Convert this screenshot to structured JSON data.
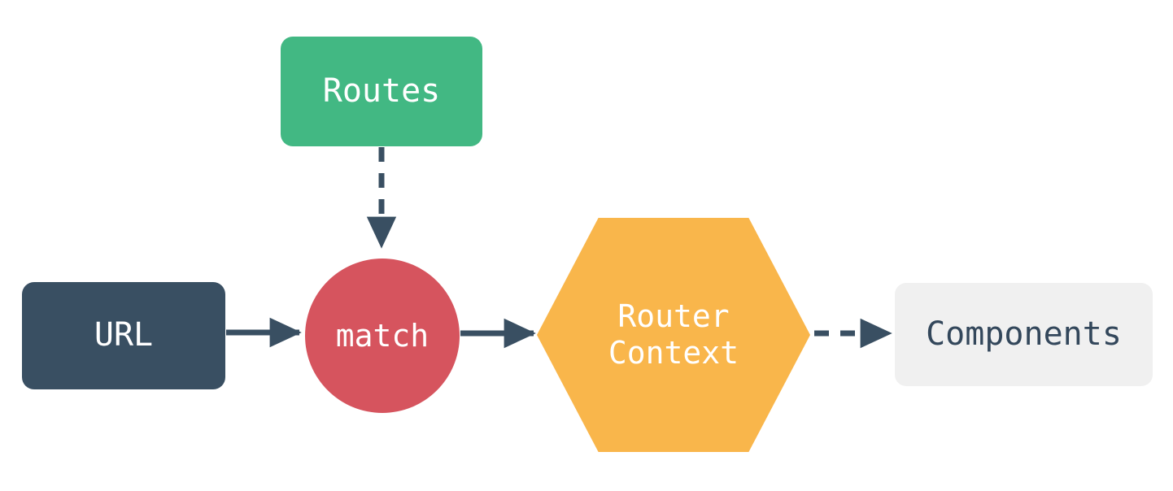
{
  "diagram": {
    "title": "Router flow diagram",
    "background_color": "#ffffff",
    "edge_color": "#394f62",
    "nodes": [
      {
        "id": "url",
        "label": "URL",
        "shape": "rounded-rect",
        "fill": "#394f62",
        "text_color": "#ffffff"
      },
      {
        "id": "routes",
        "label": "Routes",
        "shape": "rounded-rect",
        "fill": "#42b883",
        "text_color": "#ffffff"
      },
      {
        "id": "match",
        "label": "match",
        "shape": "circle",
        "fill": "#d6545e",
        "text_color": "#ffffff"
      },
      {
        "id": "router_context",
        "label": "Router\nContext",
        "shape": "hexagon",
        "fill": "#f9b64b",
        "text_color": "#ffffff"
      },
      {
        "id": "components",
        "label": "Components",
        "shape": "rounded-rect",
        "fill": "#f0f0f0",
        "text_color": "#33475b"
      }
    ],
    "edges": [
      {
        "id": "url-to-match",
        "from": "url",
        "to": "match",
        "style": "solid",
        "direction": "right",
        "label": ""
      },
      {
        "id": "routes-to-match",
        "from": "routes",
        "to": "match",
        "style": "dashed",
        "direction": "down",
        "label": ""
      },
      {
        "id": "match-to-router-context",
        "from": "match",
        "to": "router_context",
        "style": "solid",
        "direction": "right",
        "label": ""
      },
      {
        "id": "router-context-to-components",
        "from": "router_context",
        "to": "components",
        "style": "dashed",
        "direction": "right",
        "label": ""
      }
    ]
  }
}
